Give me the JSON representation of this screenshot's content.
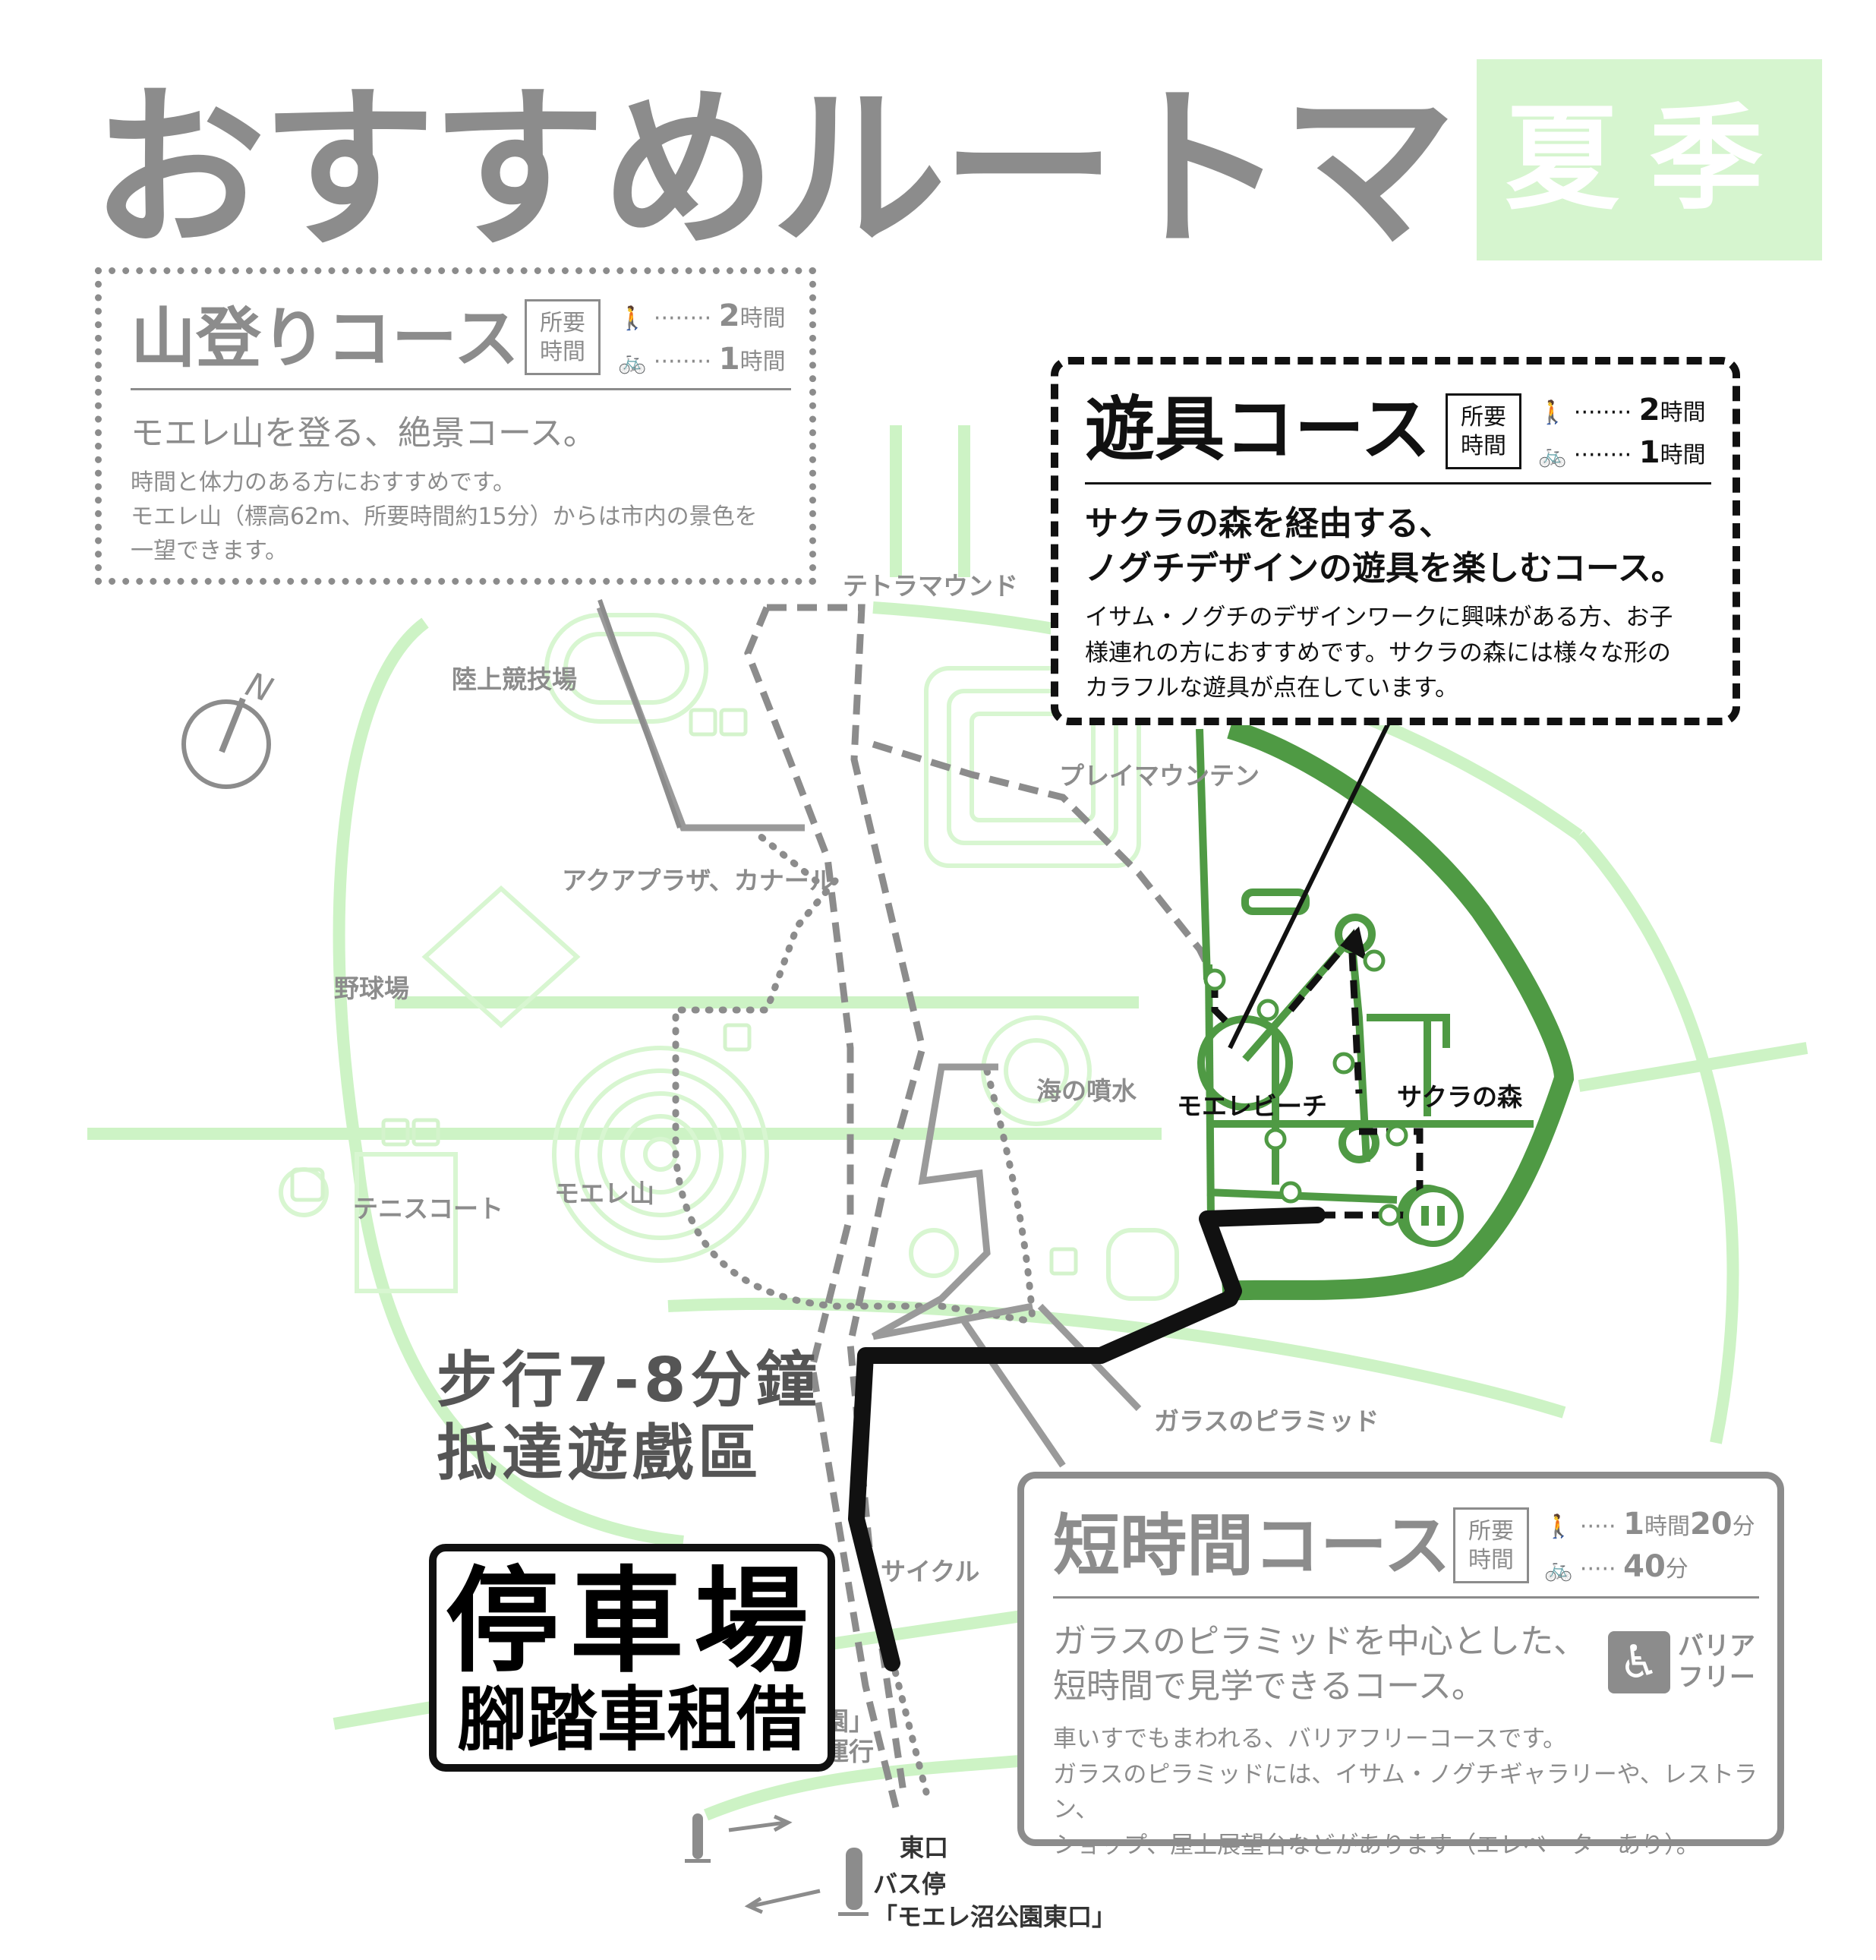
{
  "title": "おすすめルートマップ",
  "season": "夏季",
  "colors": {
    "map_green": "#c9f2c0",
    "route_green": "#4f9a44",
    "gray": "#8c8c8c",
    "black": "#111111",
    "season_bg": "#d6f5cf"
  },
  "courses": {
    "mountain": {
      "name": "山登りコース",
      "required_label": "所要\n時間",
      "walk_time_num": "2",
      "walk_time_unit": "時間",
      "bike_time_num": "1",
      "bike_time_unit": "時間",
      "lead": "モエレ山を登る、絶景コース。",
      "description": "時間と体力のある方におすすめです。\nモエレ山（標高62m、所要時間約15分）からは市内の景色を\n一望できます。"
    },
    "playground": {
      "name": "遊具コース",
      "required_label": "所要\n時間",
      "walk_time_num": "2",
      "walk_time_unit": "時間",
      "bike_time_num": "1",
      "bike_time_unit": "時間",
      "lead": "サクラの森を経由する、\nノグチデザインの遊具を楽しむコース。",
      "description": "イサム・ノグチのデザインワークに興味がある方、お子\n様連れの方におすすめです。サクラの森には様々な形の\nカラフルな遊具が点在しています。"
    },
    "short": {
      "name": "短時間コース",
      "required_label": "所要\n時間",
      "walk_time_num": "1",
      "walk_time_unit": "時間",
      "walk_time_num2": "20",
      "walk_time_unit2": "分",
      "bike_time_num": "40",
      "bike_time_unit": "分",
      "lead": "ガラスのピラミッドを中心とした、\n短時間で見学できるコース。",
      "barrier_free": "バリア\nフリー",
      "description": "車いすでもまわれる、バリアフリーコースです。\nガラスのピラミッドには、イサム・ノグチギャラリーや、レストラン、\nショップ、屋上展望台などがあります（エレベーターあり）。"
    }
  },
  "places": {
    "tetra_mound": "テトラマウンド",
    "athletics": "陸上競技場",
    "play_mountain": "プレイマウンテン",
    "aqua_plaza": "アクアプラザ、カナール",
    "baseball": "野球場",
    "sea_fountain": "海の噴水",
    "moere_beach": "モエレビーチ",
    "sakura_forest": "サクラの森",
    "tennis": "テニスコート",
    "moere_mountain": "モエレ山",
    "glass_pyramid": "ガラスのピラミッド",
    "cycle": "サイクル",
    "park_frag": "園」",
    "rent_frag": "運行",
    "east_gate": "東口",
    "bus_stop": "バス停\n「モエレ沼公園東口」"
  },
  "overlay": {
    "walk_note": "步行7-8分鐘\n抵達遊戲區",
    "parking_title": "停車場",
    "parking_sub": "腳踏車租借"
  },
  "compass": "N"
}
